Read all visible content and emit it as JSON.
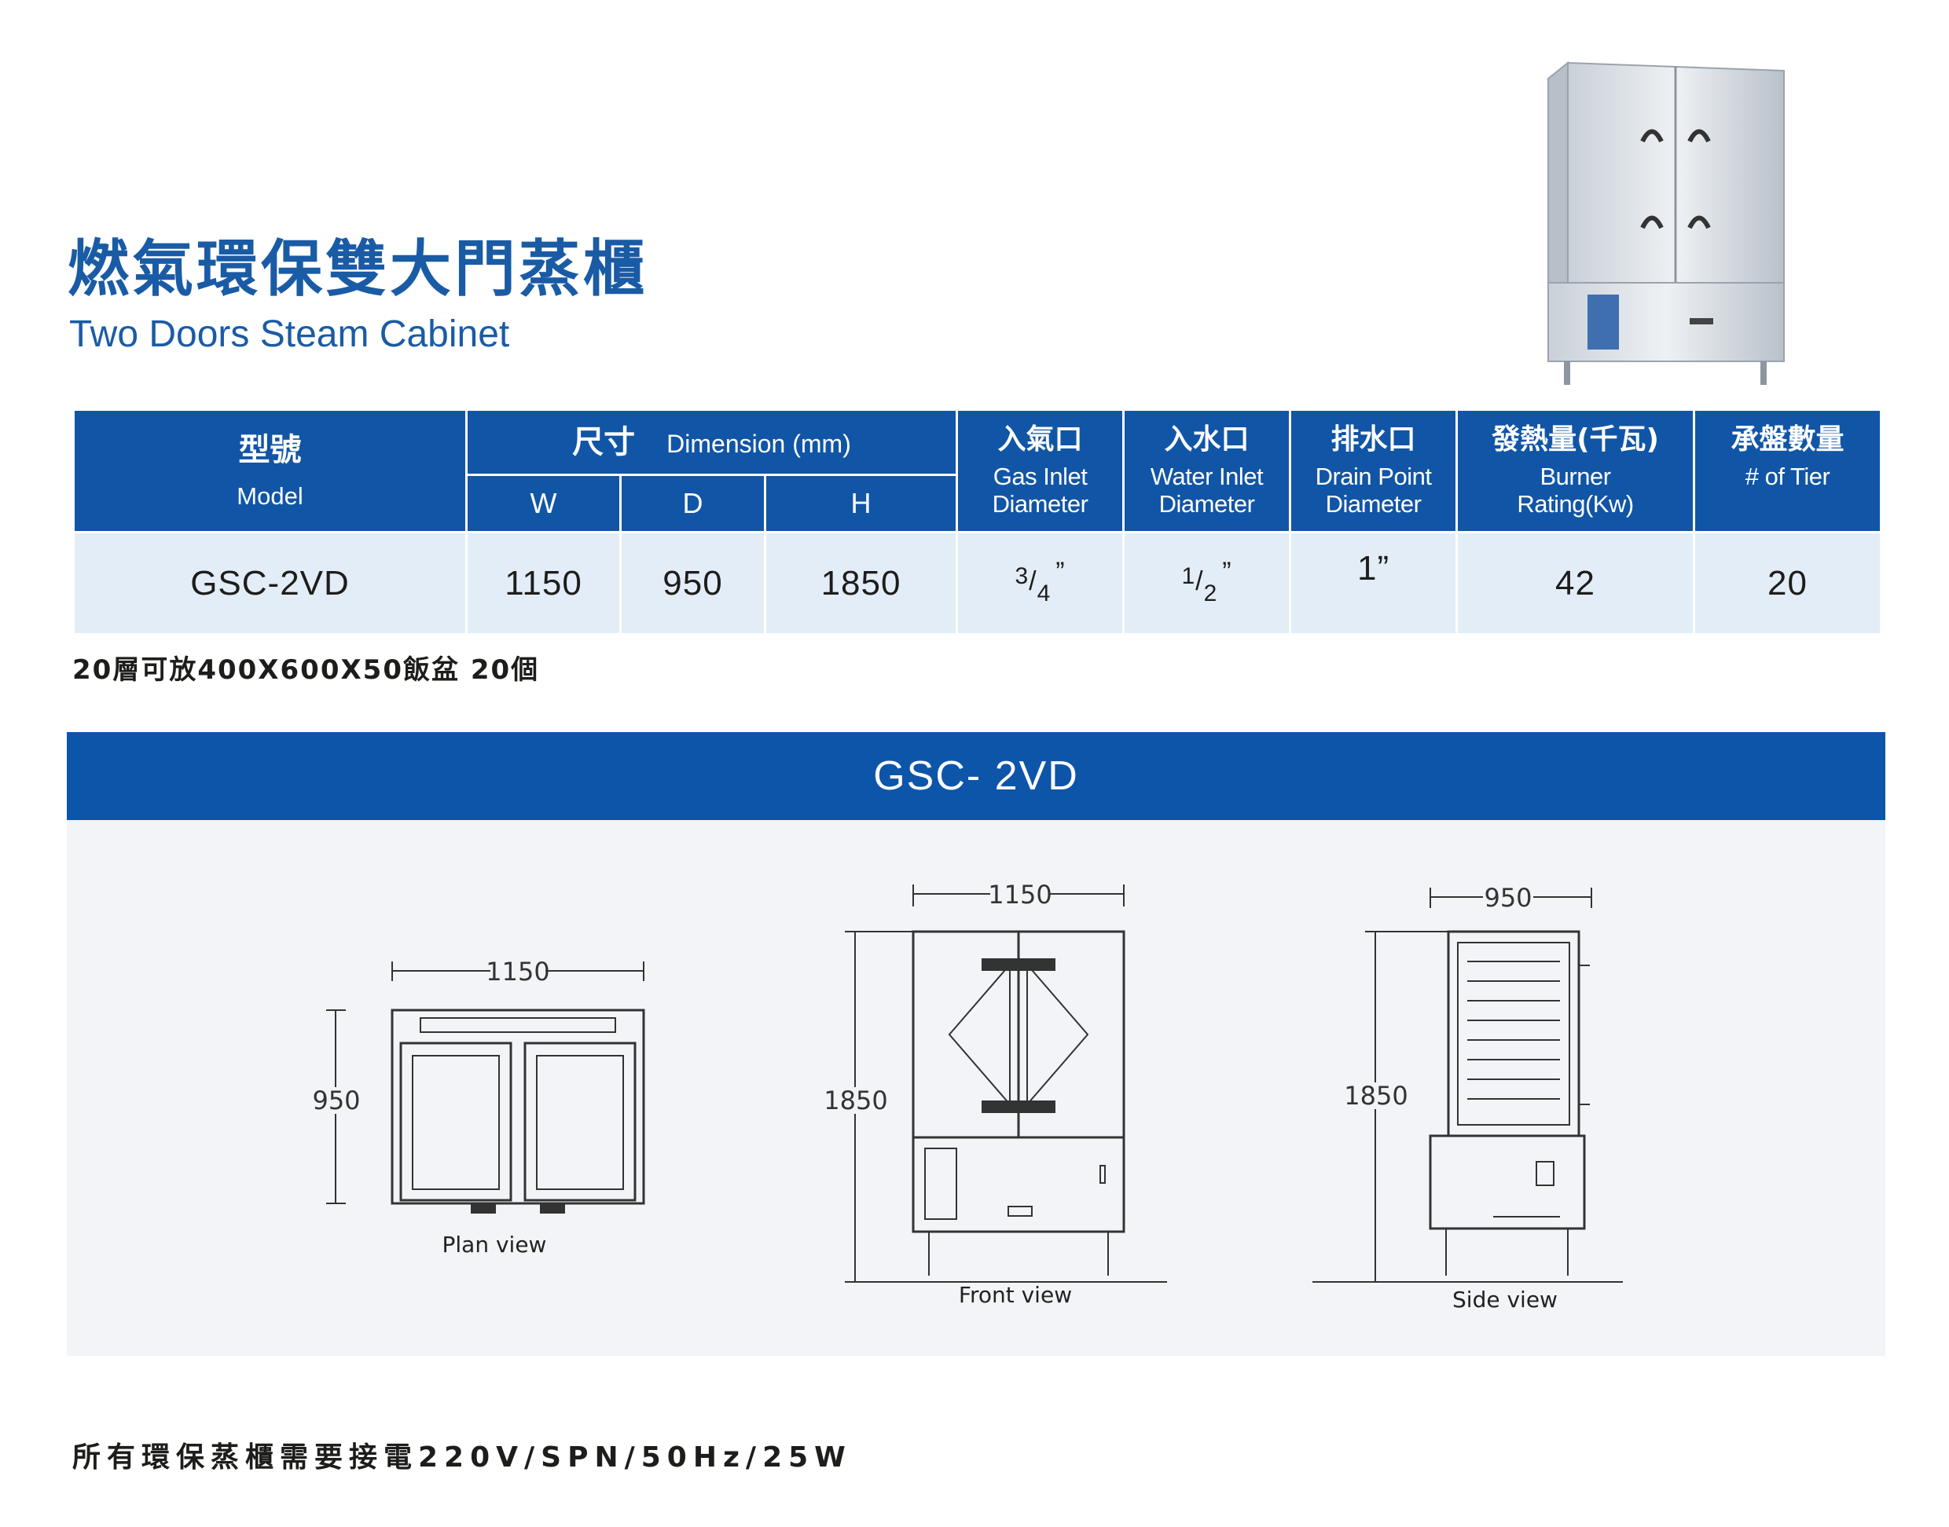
{
  "title": {
    "cn": "燃氣環保雙大門蒸櫃",
    "en": "Two Doors Steam Cabinet"
  },
  "table": {
    "headers": {
      "model": {
        "cn": "型號",
        "en": "Model"
      },
      "dimension": {
        "cn": "尺寸",
        "en": "Dimension (mm)",
        "w": "W",
        "d": "D",
        "h": "H"
      },
      "gas_inlet": {
        "cn": "入氣口",
        "en1": "Gas Inlet",
        "en2": "Diameter"
      },
      "water_inlet": {
        "cn": "入水口",
        "en1": "Water Inlet",
        "en2": "Diameter"
      },
      "drain_point": {
        "cn": "排水口",
        "en1": "Drain Point",
        "en2": "Diameter"
      },
      "burner": {
        "cn": "發熱量(千瓦)",
        "en1": "Burner",
        "en2": "Rating(Kw)"
      },
      "tier": {
        "cn": "承盤數量",
        "en": "# of Tier"
      }
    },
    "row": {
      "model": "GSC-2VD",
      "w": "1150",
      "d": "950",
      "h": "1850",
      "gas_inlet": {
        "num": "3",
        "den": "4",
        "unit": "”"
      },
      "water_inlet": {
        "num": "1",
        "den": "2",
        "unit": "”"
      },
      "drain_point": "1”",
      "burner": "42",
      "tier": "20"
    }
  },
  "note_capacity": "20層可放400X600X50飯盆 20個",
  "drawing": {
    "band_title": "GSC- 2VD",
    "plan": {
      "width": "1150",
      "depth": "950",
      "label": "Plan view"
    },
    "front": {
      "width": "1150",
      "height": "1850",
      "label": "Front view"
    },
    "side": {
      "depth": "950",
      "height": "1850",
      "label": "Side view"
    }
  },
  "note_power": "所有環保蒸櫃需要接電220V/SPN/50Hz/25W",
  "colors": {
    "brand_blue": "#1155a6",
    "row_bg": "#e3edf7",
    "panel_bg": "#f2f4f8"
  }
}
